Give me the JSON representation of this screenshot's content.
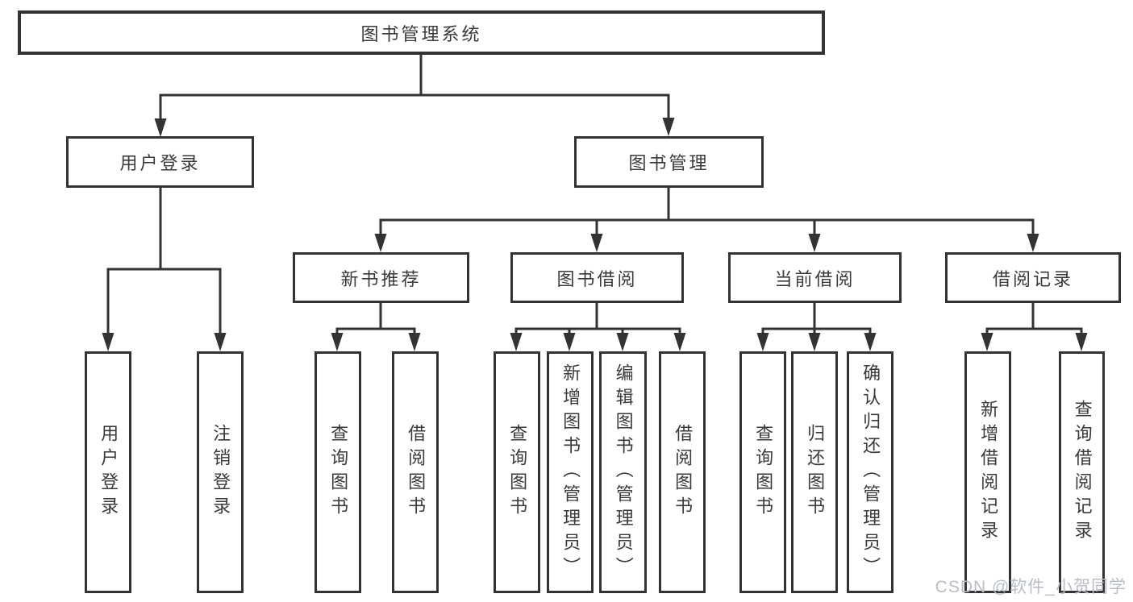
{
  "root": "图书管理系统",
  "level2": [
    "用户登录",
    "图书管理"
  ],
  "level3": [
    "新书推荐",
    "图书借阅",
    "当前借阅",
    "借阅记录"
  ],
  "leaves": [
    "用户登录",
    "注销登录",
    "查询图书",
    "借阅图书",
    "查询图书",
    "新增图书（管理员）",
    "编辑图书（管理员）",
    "借阅图书",
    "查询图书",
    "归还图书",
    "确认归还（管理员）",
    "新增借阅记录",
    "查询借阅记录"
  ],
  "watermark": "CSDN @软件_小贺同学",
  "colors": {
    "line": "#333333",
    "box_border": "#333333",
    "text": "#3a3a3a",
    "watermark": "#b9bec6",
    "background": "#ffffff"
  }
}
